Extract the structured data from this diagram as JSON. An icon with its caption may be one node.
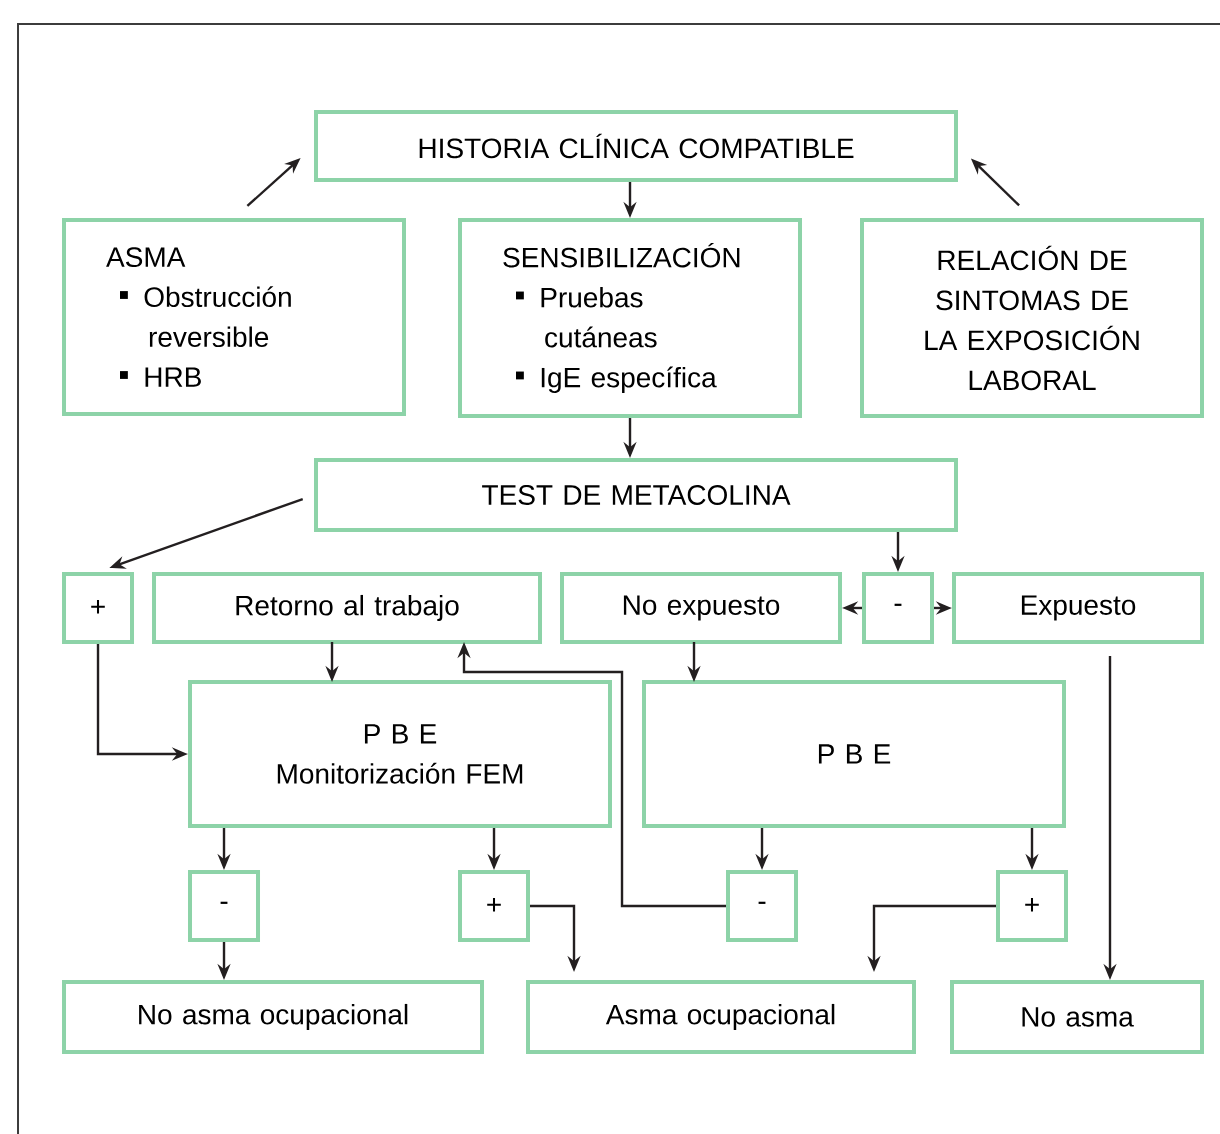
{
  "diagram": {
    "nodes": [
      {
        "text": [
          "HISTORIA CLÍNICA COMPATIBLE"
        ]
      },
      {
        "text": [
          "ASMA",
          "Obstrucción reversible",
          "HRB"
        ]
      },
      {
        "text": [
          "SENSIBILIZACIÓN",
          "Pruebas cutáneas",
          "IgE específica"
        ]
      },
      {
        "text": [
          "RELACIÓN DE SINTOMAS DE LA EXPOSICIÓN LABORAL"
        ]
      },
      {
        "text": [
          "TEST DE METACOLINA"
        ]
      },
      {
        "text": [
          "+"
        ]
      },
      {
        "text": [
          "Retorno al trabajo"
        ]
      },
      {
        "text": [
          "No expuesto"
        ]
      },
      {
        "text": [
          "-"
        ]
      },
      {
        "text": [
          "Expuesto"
        ]
      },
      {
        "text": [
          "P B E",
          "Monitorización FEM"
        ]
      },
      {
        "text": [
          "P B E"
        ]
      },
      {
        "text": [
          "-"
        ]
      },
      {
        "text": [
          "+"
        ]
      },
      {
        "text": [
          "-"
        ]
      },
      {
        "text": [
          "+"
        ]
      },
      {
        "text": [
          "No asma ocupacional"
        ]
      },
      {
        "text": [
          "Asma ocupacional"
        ]
      },
      {
        "text": [
          "No asma"
        ]
      }
    ],
    "edges": [
      {
        "from": 1,
        "to": 0,
        "arrow": "to"
      },
      {
        "from": 0,
        "to": 2,
        "arrow": "to"
      },
      {
        "from": 3,
        "to": 0,
        "arrow": "to"
      },
      {
        "from": 2,
        "to": 4,
        "arrow": "to"
      },
      {
        "from": 4,
        "to": 5,
        "arrow": "to"
      },
      {
        "from": 4,
        "to": 8,
        "arrow": "to"
      },
      {
        "from": 8,
        "to": 7,
        "arrow": "to"
      },
      {
        "from": 8,
        "to": 9,
        "arrow": "to"
      },
      {
        "from": 5,
        "to": 10,
        "arrow": "to"
      },
      {
        "from": 6,
        "to": 10,
        "arrow": "to"
      },
      {
        "from": 7,
        "to": 11,
        "arrow": "to"
      },
      {
        "from": 14,
        "to": 6,
        "arrow": "to"
      },
      {
        "from": 9,
        "to": 18,
        "arrow": "to"
      },
      {
        "from": 10,
        "to": 12,
        "arrow": "to"
      },
      {
        "from": 10,
        "to": 13,
        "arrow": "to"
      },
      {
        "from": 11,
        "to": 14,
        "arrow": "to"
      },
      {
        "from": 11,
        "to": 15,
        "arrow": "to"
      },
      {
        "from": 12,
        "to": 16,
        "arrow": "to"
      },
      {
        "from": 13,
        "to": 17,
        "arrow": "to"
      },
      {
        "from": 15,
        "to": 17,
        "arrow": "to"
      }
    ]
  }
}
